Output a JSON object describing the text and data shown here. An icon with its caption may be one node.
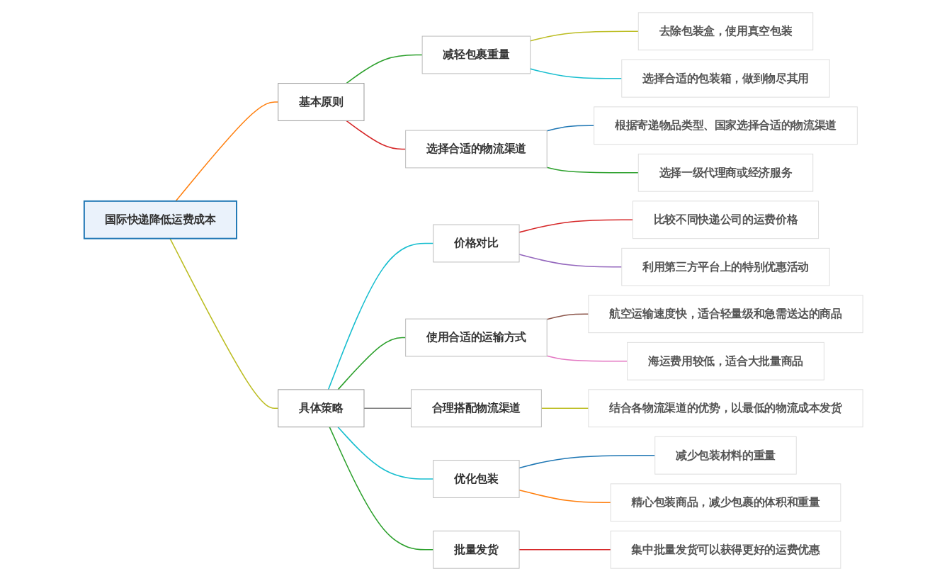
{
  "diagram": {
    "nodes": [
      {
        "text": [
          "国际快递降低运费成本"
        ]
      },
      {
        "text": [
          "基本原则"
        ]
      },
      {
        "text": [
          "减轻包裹重量"
        ]
      },
      {
        "text": [
          "去除包装盒，使用真空包装"
        ]
      },
      {
        "text": [
          "选择合适的包装箱，做到物尽其用"
        ]
      },
      {
        "text": [
          "选择合适的物流渠道"
        ]
      },
      {
        "text": [
          "根据寄递物品类型、国家选择合适的物流渠道"
        ]
      },
      {
        "text": [
          "选择一级代理商或经济服务"
        ]
      },
      {
        "text": [
          "具体策略"
        ]
      },
      {
        "text": [
          "价格对比"
        ]
      },
      {
        "text": [
          "比较不同快递公司的运费价格"
        ]
      },
      {
        "text": [
          "利用第三方平台上的特别优惠活动"
        ]
      },
      {
        "text": [
          "使用合适的运输方式"
        ]
      },
      {
        "text": [
          "航空运输速度快，适合轻量级和急需送达的商品"
        ]
      },
      {
        "text": [
          "海运费用较低，适合大批量商品"
        ]
      },
      {
        "text": [
          "合理搭配物流渠道"
        ]
      },
      {
        "text": [
          "结合各物流渠道的优势，以最低的物流成本发货"
        ]
      },
      {
        "text": [
          "优化包装"
        ]
      },
      {
        "text": [
          "减少包装材料的重量"
        ]
      },
      {
        "text": [
          "精心包装商品，减少包裹的体积和重量"
        ]
      },
      {
        "text": [
          "批量发货"
        ]
      },
      {
        "text": [
          "集中批量发货可以获得更好的运费优惠"
        ]
      }
    ],
    "edges": [
      {
        "from": 0,
        "to": 1,
        "arrow": "none",
        "color": "#ff7f0e"
      },
      {
        "from": 1,
        "to": 2,
        "arrow": "none",
        "color": "#2ca02c"
      },
      {
        "from": 2,
        "to": 3,
        "arrow": "none",
        "color": "#bcbd22"
      },
      {
        "from": 2,
        "to": 4,
        "arrow": "none",
        "color": "#17becf"
      },
      {
        "from": 1,
        "to": 5,
        "arrow": "none",
        "color": "#d62728"
      },
      {
        "from": 5,
        "to": 6,
        "arrow": "none",
        "color": "#1f77b4"
      },
      {
        "from": 5,
        "to": 7,
        "arrow": "none",
        "color": "#2ca02c"
      },
      {
        "from": 0,
        "to": 8,
        "arrow": "none",
        "color": "#bcbd22"
      },
      {
        "from": 8,
        "to": 9,
        "arrow": "none",
        "color": "#17becf"
      },
      {
        "from": 9,
        "to": 10,
        "arrow": "none",
        "color": "#d62728"
      },
      {
        "from": 9,
        "to": 11,
        "arrow": "none",
        "color": "#9467bd"
      },
      {
        "from": 8,
        "to": 12,
        "arrow": "none",
        "color": "#2ca02c"
      },
      {
        "from": 12,
        "to": 13,
        "arrow": "none",
        "color": "#8c564b"
      },
      {
        "from": 12,
        "to": 14,
        "arrow": "none",
        "color": "#e377c2"
      },
      {
        "from": 8,
        "to": 15,
        "arrow": "none",
        "color": "#7f7f7f"
      },
      {
        "from": 15,
        "to": 16,
        "arrow": "none",
        "color": "#bcbd22"
      },
      {
        "from": 8,
        "to": 17,
        "arrow": "none",
        "color": "#17becf"
      },
      {
        "from": 17,
        "to": 18,
        "arrow": "none",
        "color": "#1f77b4"
      },
      {
        "from": 17,
        "to": 19,
        "arrow": "none",
        "color": "#ff7f0e"
      },
      {
        "from": 8,
        "to": 20,
        "arrow": "none",
        "color": "#2ca02c"
      },
      {
        "from": 20,
        "to": 21,
        "arrow": "none",
        "color": "#d62728"
      }
    ]
  }
}
